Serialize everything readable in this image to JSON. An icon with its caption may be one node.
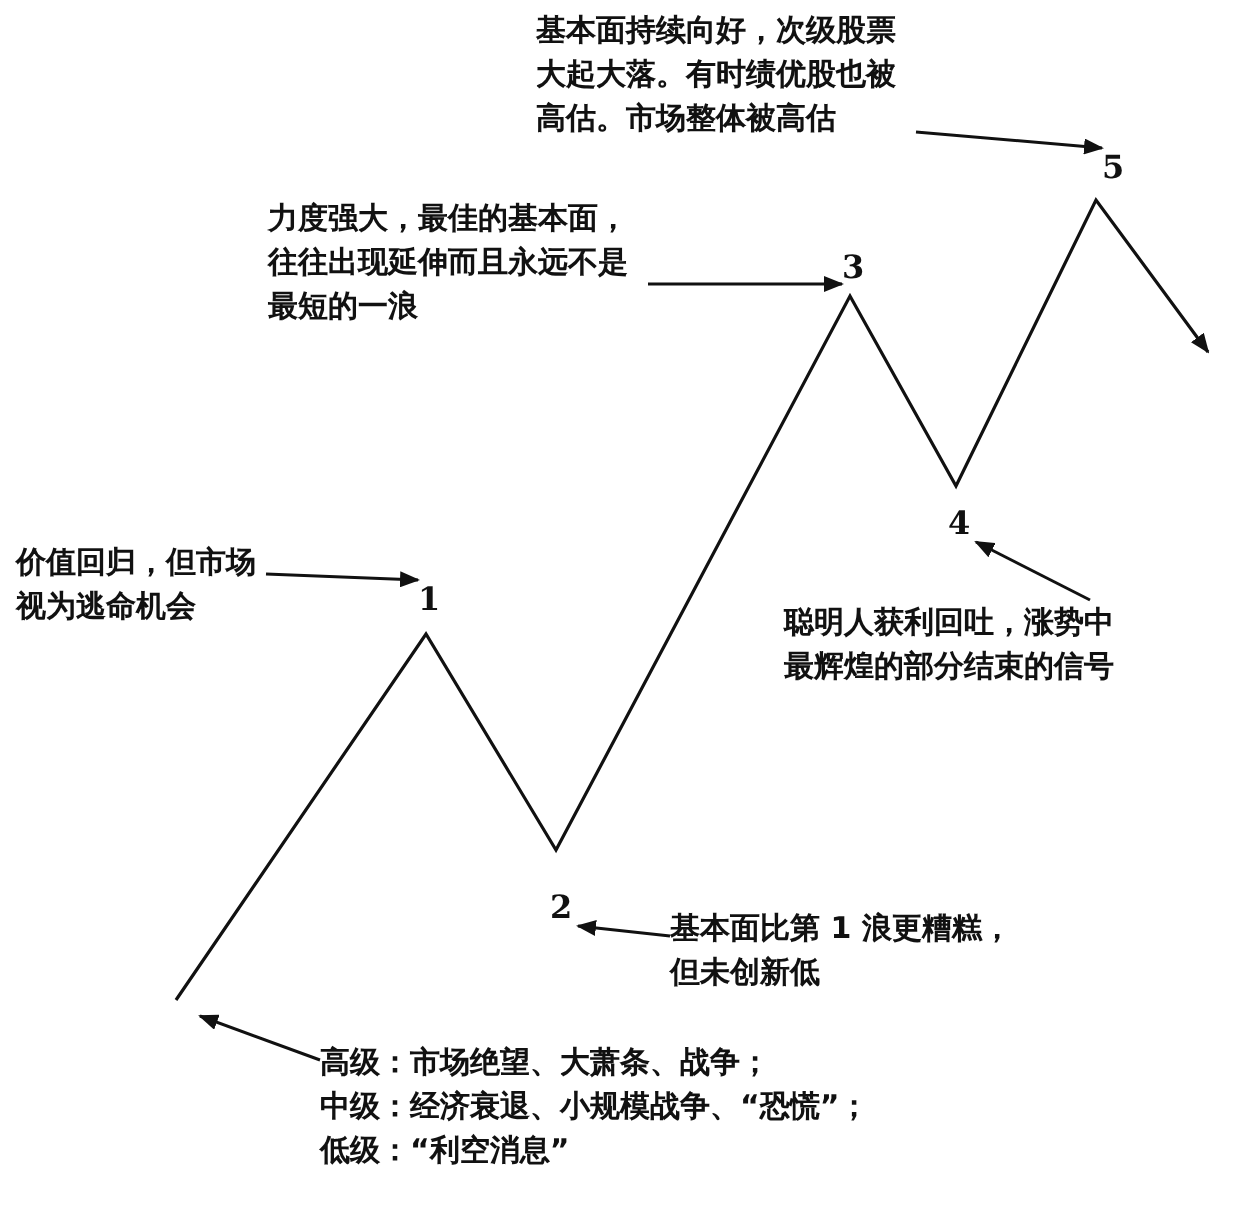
{
  "diagram": {
    "nodes": [
      {
        "text": [
          "基本面持续向好，次级股票大起大落。有时绩优股也被高估。市场整体被高估"
        ]
      },
      {
        "text": [
          "力度强大，最佳的基本面，往往出现延伸而且永远不是最短的一浪"
        ]
      },
      {
        "text": [
          "价值回归，但市场视为逃命机会"
        ]
      },
      {
        "text": [
          "聪明人获利回吐，涨势中最辉煌的部分结束的信号"
        ]
      },
      {
        "text": [
          "基本面比第 1 浪更糟糕，但未创新低"
        ]
      },
      {
        "text": [
          "高级：市场绝望、大萧条、战争；",
          "中级：经济衰退、小规模战争、“恐慌”；",
          "低级：“利空消息”"
        ]
      },
      {
        "text": [
          "5"
        ]
      },
      {
        "text": [
          "3"
        ]
      },
      {
        "text": [
          "1"
        ]
      },
      {
        "text": [
          "4"
        ]
      },
      {
        "text": [
          "2"
        ]
      }
    ],
    "edges": [
      {
        "from": 0,
        "to": 6,
        "arrow": "to"
      },
      {
        "from": 1,
        "to": 7,
        "arrow": "to"
      },
      {
        "from": 2,
        "to": 8,
        "arrow": "to"
      },
      {
        "from": 3,
        "to": 9,
        "arrow": "to"
      },
      {
        "from": 4,
        "to": 10,
        "arrow": "to"
      },
      {
        "from": 5,
        "to": null,
        "arrow": "to"
      }
    ]
  }
}
